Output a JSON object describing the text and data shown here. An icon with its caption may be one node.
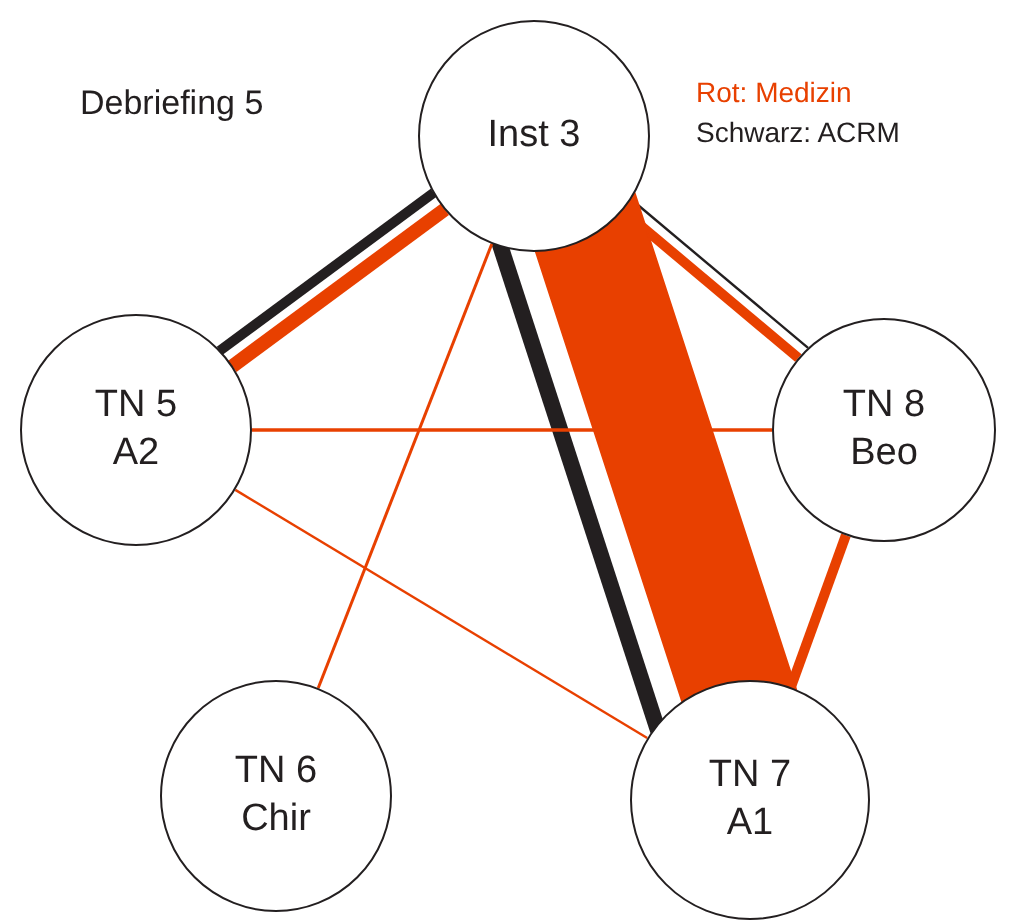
{
  "diagram": {
    "title": "Debriefing 5",
    "nodes": [
      {
        "text": [
          "Inst 3"
        ]
      },
      {
        "text": [
          "TN 5",
          "A2"
        ]
      },
      {
        "text": [
          "TN 8",
          "Beo"
        ]
      },
      {
        "text": [
          "TN 6",
          "Chir"
        ]
      },
      {
        "text": [
          "TN 7",
          "A1"
        ]
      }
    ],
    "edges": [
      {
        "from": 0,
        "to": 1,
        "arrow": "none",
        "color": "#231f20"
      },
      {
        "from": 0,
        "to": 1,
        "arrow": "none"
      },
      {
        "from": 0,
        "to": 2,
        "arrow": "none",
        "color": "#231f20"
      },
      {
        "from": 0,
        "to": 2,
        "arrow": "none"
      },
      {
        "from": 0,
        "to": 4,
        "arrow": "none",
        "color": "#231f20"
      },
      {
        "from": 0,
        "to": 4,
        "arrow": "none",
        "style": "thick"
      },
      {
        "from": 0,
        "to": 3,
        "arrow": "none"
      },
      {
        "from": 1,
        "to": 2,
        "arrow": "none"
      },
      {
        "from": 1,
        "to": 4,
        "arrow": "none"
      },
      {
        "from": 2,
        "to": 4,
        "arrow": "none"
      }
    ],
    "legend": [
      {
        "text": "Rot: Medizin",
        "color": "#e84000"
      },
      {
        "text": "Schwarz: ACRM",
        "color": "#231f20"
      }
    ]
  }
}
